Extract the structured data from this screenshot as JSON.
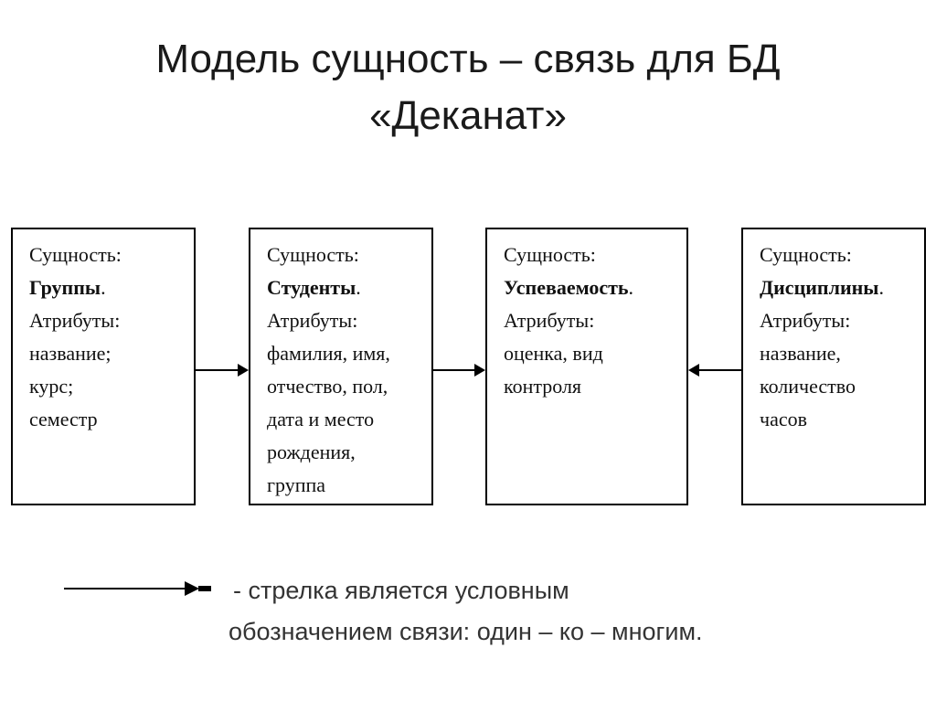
{
  "title": {
    "line1": "Модель сущность – связь для БД",
    "line2": "«Деканат»"
  },
  "entities": [
    {
      "label": "Сущность:",
      "name": "Группы",
      "name_suffix": ".",
      "attrs_label": "Атрибуты:",
      "attrs": [
        "название;",
        "курс;",
        "семестр"
      ]
    },
    {
      "label": "Сущность:",
      "name": "Студенты",
      "name_suffix": ".",
      "attrs_label": "Атрибуты:",
      "attrs": [
        "фамилия, имя,",
        "отчество, пол,",
        "дата и место",
        "рождения,",
        "группа"
      ]
    },
    {
      "label": "Сущность:",
      "name": "Успеваемость",
      "name_suffix": ".",
      "attrs_label": "Атрибуты:",
      "attrs": [
        "оценка, вид",
        "контроля"
      ]
    },
    {
      "label": "Сущность:",
      "name": "Дисциплины",
      "name_suffix": ".",
      "attrs_label": "Атрибуты:",
      "attrs": [
        "название,",
        "количество",
        "часов"
      ]
    }
  ],
  "relationships": [
    {
      "from": "Группы",
      "to": "Студенты",
      "type": "один – ко – многим"
    },
    {
      "from": "Студенты",
      "to": "Успеваемость",
      "type": "один – ко – многим"
    },
    {
      "from": "Дисциплины",
      "to": "Успеваемость",
      "type": "один – ко – многим"
    }
  ],
  "legend": {
    "line1": "- стрелка является  условным",
    "line2": "обозначением связи: один – ко – многим."
  }
}
